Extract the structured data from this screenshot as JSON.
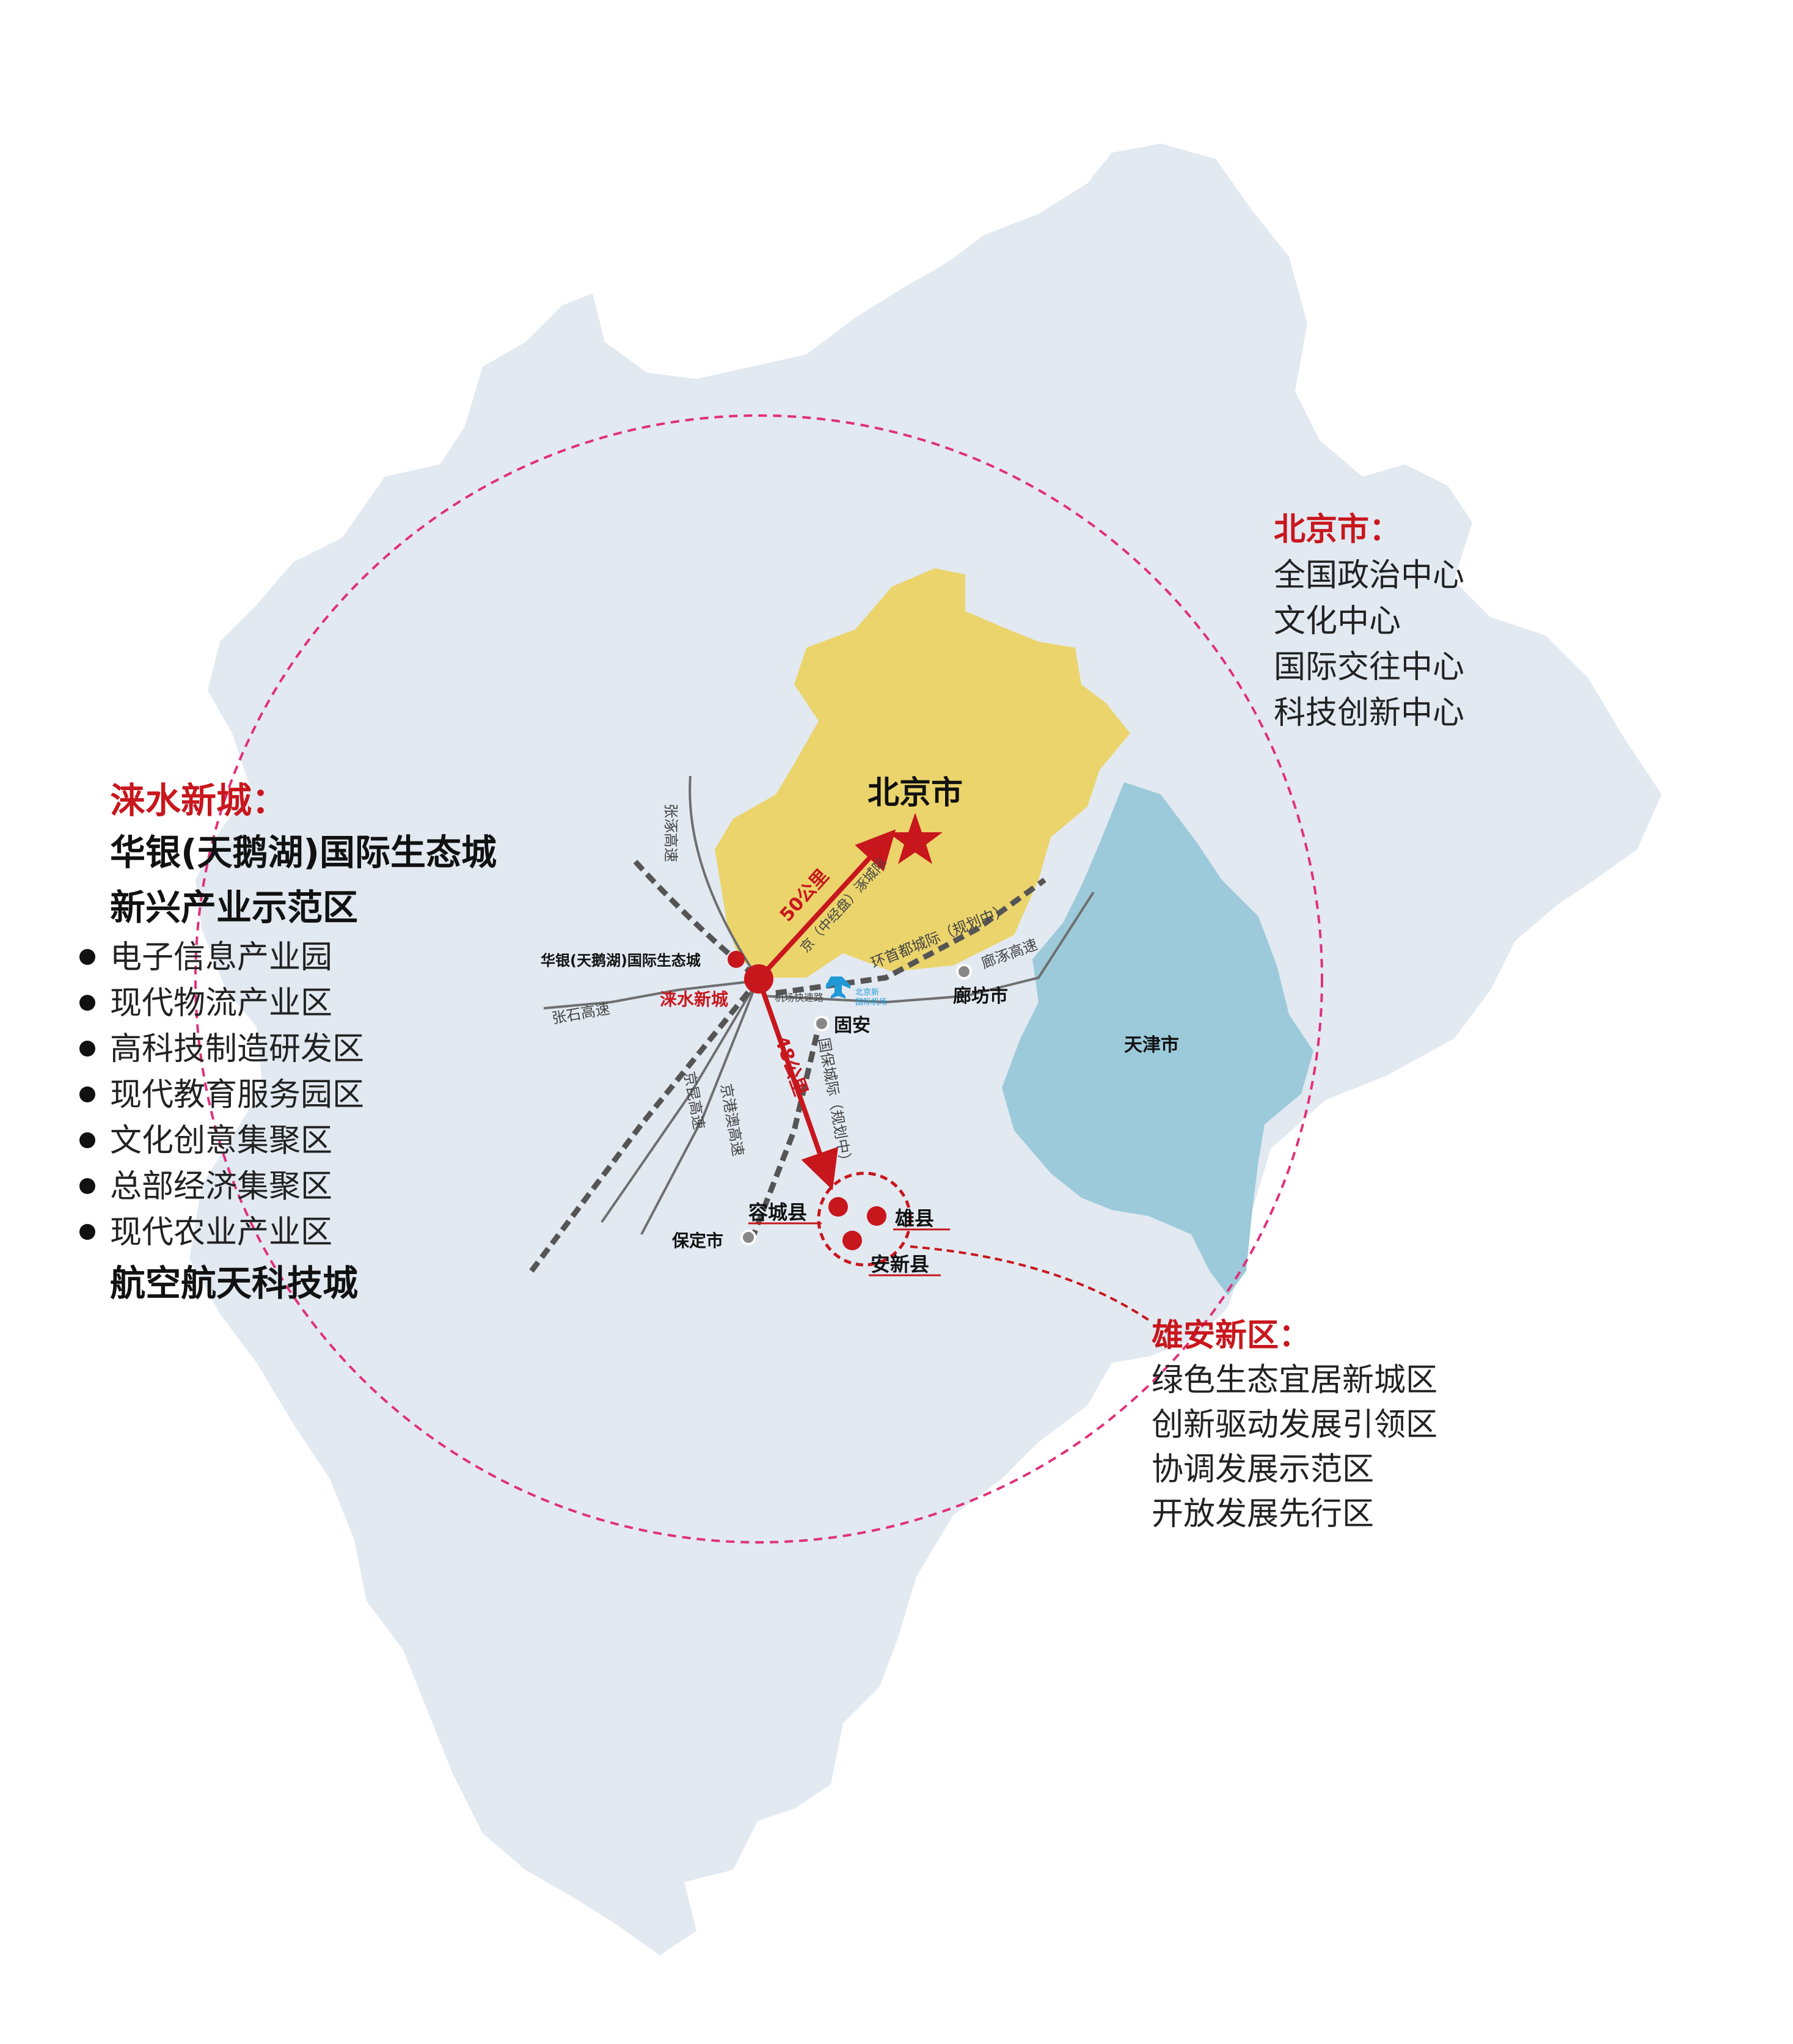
{
  "colors": {
    "region": "#e2e9f1",
    "beijing": "#ebd46c",
    "tianjin": "#9ccada",
    "accent_red": "#c8161d",
    "ring": "#e0307a",
    "road": "#6f6f6f",
    "rail": "#555555",
    "airport": "#1f9ad6"
  },
  "map_labels": {
    "beijing": "北京市",
    "tianjin": "天津市",
    "laishui": "涞水新城",
    "huayin": "华银(天鹅湖)国际生态城",
    "gu_an": "固安",
    "langfang": "廊坊市",
    "baoding": "保定市",
    "rongcheng": "容城县",
    "xiongxian": "雄县",
    "anxin": "安新县",
    "airport_short": "机场快速路",
    "airport_name_1": "北京新",
    "airport_name_2": "国际机场",
    "dist_beijing": "50公里",
    "dist_xiongan": "48公里"
  },
  "roads": {
    "zhangzhuo": "张涿高速",
    "zhangshi": "张石高速",
    "jingkun": "京昆高速",
    "jinggang": "京港澳高速",
    "guobao": "国保城际（规划中）",
    "huanshou": "环首都城际（规划中）",
    "jingzhong": "京（中经盘）涿城际",
    "langzhuo": "廊涿高速"
  },
  "beijing_panel": {
    "title": "北京市：",
    "lines": [
      "全国政治中心",
      "文化中心",
      "国际交往中心",
      "科技创新中心"
    ]
  },
  "xiongan_panel": {
    "title": "雄安新区：",
    "lines": [
      "绿色生态宜居新城区",
      "创新驱动发展引领区",
      "协调发展示范区",
      "开放发展先行区"
    ]
  },
  "laishui_panel": {
    "title": "涞水新城：",
    "heading1": "华银(天鹅湖)国际生态城",
    "heading2": "新兴产业示范区",
    "bullets": [
      "电子信息产业园",
      "现代物流产业区",
      "高科技制造研发区",
      "现代教育服务园区",
      "文化创意集聚区",
      "总部经济集聚区",
      "现代农业产业区"
    ],
    "heading3": "航空航天科技城"
  }
}
